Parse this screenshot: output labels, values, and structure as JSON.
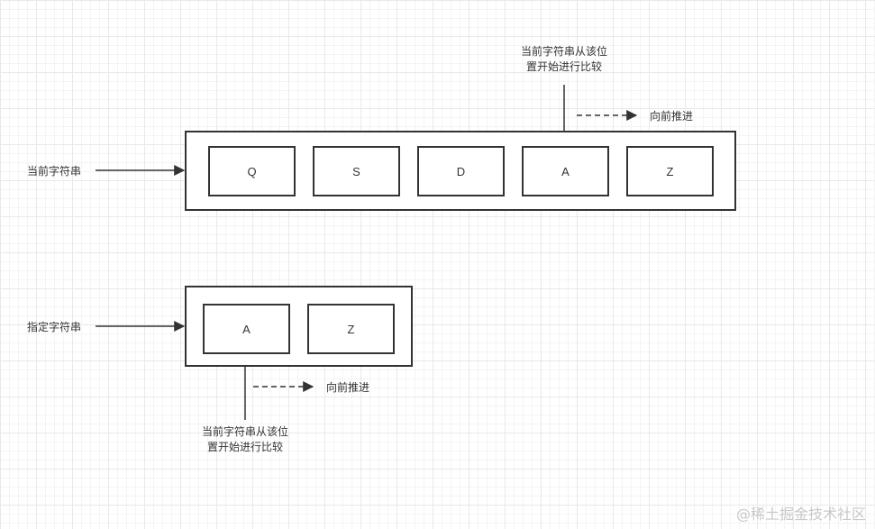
{
  "current_string": {
    "label": "当前字符串",
    "chars": [
      "Q",
      "S",
      "D",
      "A",
      "Z"
    ],
    "note_line1": "当前字符串从该位",
    "note_line2": "置开始进行比较",
    "advance_label": "向前推进"
  },
  "target_string": {
    "label": "指定字符串",
    "chars": [
      "A",
      "Z"
    ],
    "note_line1": "当前字符串从该位",
    "note_line2": "置开始进行比较",
    "advance_label": "向前推进"
  },
  "watermark": "@稀土掘金技术社区"
}
